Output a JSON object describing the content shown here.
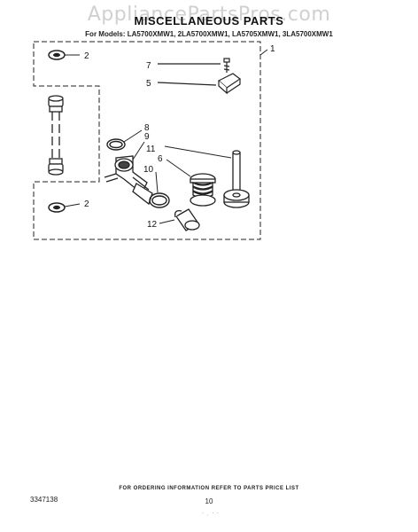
{
  "watermark": "AppliancePartsPros.com",
  "header": {
    "title": "MISCELLANEOUS PARTS",
    "models": "For Models: LA5700XMW1, 2LA5700XMW1, LA5705XMW1, 3LA5700XMW1"
  },
  "callouts": {
    "c1": "1",
    "c2_top": "2",
    "c2_bottom": "2",
    "c5": "5",
    "c6": "6",
    "c7": "7",
    "c8": "8",
    "c9": "9",
    "c10": "10",
    "c11": "11",
    "c12": "12"
  },
  "footer": {
    "ordering_note": "FOR ORDERING INFORMATION REFER TO PARTS PRICE LIST",
    "doc_number": "3347138",
    "page_number": "10"
  }
}
